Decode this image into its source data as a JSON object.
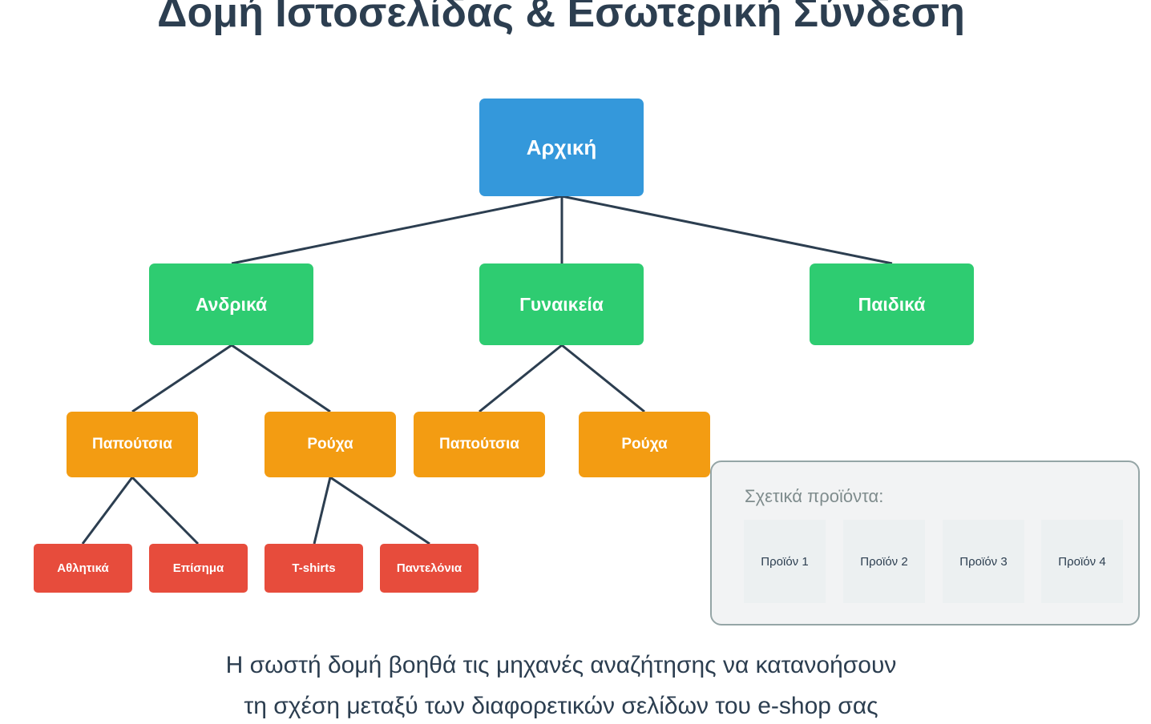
{
  "title": "Δομή Ιστοσελίδας & Εσωτερική Σύνδεση",
  "tree": {
    "root": "Αρχική",
    "level2": [
      "Ανδρικά",
      "Γυναικεία",
      "Παιδικά"
    ],
    "level3": [
      "Παπούτσια",
      "Ρούχα",
      "Παπούτσια",
      "Ρούχα"
    ],
    "level4": [
      "Αθλητικά",
      "Επίσημα",
      "T-shirts",
      "Παντελόνια"
    ]
  },
  "related": {
    "title": "Σχετικά προϊόντα:",
    "products": [
      "Προϊόν 1",
      "Προϊόν 2",
      "Προϊόν 3",
      "Προϊόν 4"
    ]
  },
  "caption": {
    "line1": "Η σωστή δομή βοηθά τις μηχανές αναζήτησης να κατανοήσουν",
    "line2": "τη σχέση μεταξύ των διαφορετικών σελίδων του e-shop σας"
  },
  "colors": {
    "root": "#3498db",
    "category": "#2ecc71",
    "subcategory": "#f39c12",
    "leaf": "#e74c3c",
    "line": "#2c3e50"
  }
}
